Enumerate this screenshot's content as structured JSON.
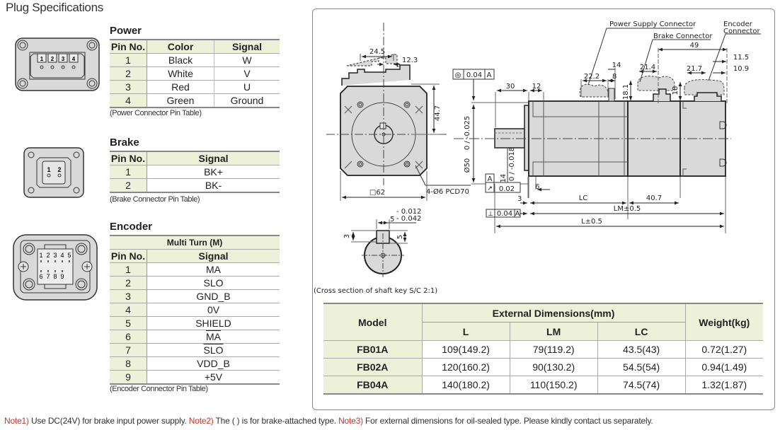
{
  "page_title": "Plug Specifications",
  "power": {
    "title": "Power",
    "headers": [
      "Pin No.",
      "Color",
      "Signal"
    ],
    "rows": [
      {
        "pin": "1",
        "color": "Black",
        "signal": "W"
      },
      {
        "pin": "2",
        "color": "White",
        "signal": "V"
      },
      {
        "pin": "3",
        "color": "Red",
        "signal": "U"
      },
      {
        "pin": "4",
        "color": "Green",
        "signal": "Ground"
      }
    ],
    "caption": "(Power Connector Pin Table)",
    "connector_pins": [
      "1",
      "2",
      "3",
      "4"
    ]
  },
  "brake": {
    "title": "Brake",
    "headers": [
      "Pin No.",
      "Signal"
    ],
    "rows": [
      {
        "pin": "1",
        "signal": "BK+"
      },
      {
        "pin": "2",
        "signal": "BK-"
      }
    ],
    "caption": "(Brake Connector Pin Table)",
    "connector_pins": [
      "1",
      "2"
    ]
  },
  "encoder": {
    "title": "Encoder",
    "group_header": "Multi Turn (M)",
    "headers": [
      "Pin No.",
      "Signal"
    ],
    "rows": [
      {
        "pin": "1",
        "signal": "MA"
      },
      {
        "pin": "2",
        "signal": "SLO"
      },
      {
        "pin": "3",
        "signal": "GND_B"
      },
      {
        "pin": "4",
        "signal": "0V"
      },
      {
        "pin": "5",
        "signal": "SHIELD"
      },
      {
        "pin": "6",
        "signal": "MA",
        "overline": true
      },
      {
        "pin": "7",
        "signal": "SLO",
        "overline": true
      },
      {
        "pin": "8",
        "signal": "VDD_B"
      },
      {
        "pin": "9",
        "signal": "+5V"
      }
    ],
    "caption": "(Encoder Connector Pin Table)",
    "connector_pins_top": [
      "1",
      "2",
      "3",
      "4",
      "5"
    ],
    "connector_pins_bottom": [
      "6",
      "7",
      "8",
      "9"
    ]
  },
  "drawing": {
    "front": {
      "dim_24_5": "24.5",
      "dim_12_3": "12.3",
      "dim_44_7": "44.7",
      "dim_square": "□62",
      "holes": "4-Ø6 PCD70"
    },
    "side": {
      "labels": {
        "power_connector": "Power Supply Connector",
        "brake_connector": "Brake Connector",
        "encoder_connector_1": "Encoder",
        "encoder_connector_2": "Connector"
      },
      "tolerance_concentricity": {
        "symbol": "◎",
        "value": "0.04",
        "datum": "A"
      },
      "tolerance_runout": {
        "symbol": "↗",
        "value": "0.02"
      },
      "tolerance_perpendicular": {
        "symbol": "⊥",
        "value": "0.04",
        "datum": "A"
      },
      "datum_label": "A",
      "dims": {
        "d30": "30",
        "d12": "12",
        "d22_2": "22.2",
        "d8": "8",
        "d14": "14",
        "d21_4": "21.4",
        "d49": "49",
        "d21_7": "21.7",
        "d11_5": "11.5",
        "d10_9": "10.9",
        "d18_1": "18.1",
        "d18": "18",
        "d6": "6",
        "d3": "3",
        "lc": "LC",
        "d40_7": "40.7",
        "lm": "LM±0.5",
        "l": "L±0.5",
        "phi50": "Ø50",
        "phi50_tol": "0 / -0.025",
        "phi14": "Ø14",
        "phi14_tol": "0 / -0.018"
      }
    },
    "shaft_key": {
      "dim_width": "5",
      "dim_width_tol_upper": "- 0.012",
      "dim_width_tol_lower": "- 0.042",
      "dim_3": "3",
      "dim_5": "5",
      "caption": "(Cross section of shaft key S/C 2:1)"
    }
  },
  "dimensions_table": {
    "headers": {
      "model": "Model",
      "group": "External Dimensions(mm)",
      "l": "L",
      "lm": "LM",
      "lc": "LC",
      "weight": "Weight(kg)"
    },
    "rows": [
      {
        "model": "FB01A",
        "l": "109(149.2)",
        "lm": "79(119.2)",
        "lc": "43.5(43)",
        "weight": "0.72(1.27)"
      },
      {
        "model": "FB02A",
        "l": "120(160.2)",
        "lm": "90(130.2)",
        "lc": "54.5(54)",
        "weight": "0.94(1.49)"
      },
      {
        "model": "FB04A",
        "l": "140(180.2)",
        "lm": "110(150.2)",
        "lc": "74.5(74)",
        "weight": "1.32(1.87)"
      }
    ]
  },
  "notes": [
    {
      "tag": "Note1)",
      "text": " Use DC(24V) for brake input power supply. "
    },
    {
      "tag": "Note2)",
      "text": " The ( ) is for brake-attached type. "
    },
    {
      "tag": "Note3)",
      "text": " For external dimensions for oil-sealed type. Please kindly contact us separately."
    }
  ],
  "colors": {
    "header_bg": "#eef1da",
    "note_accent": "#d0312d",
    "drawing_fill": "#d9d9d9"
  }
}
